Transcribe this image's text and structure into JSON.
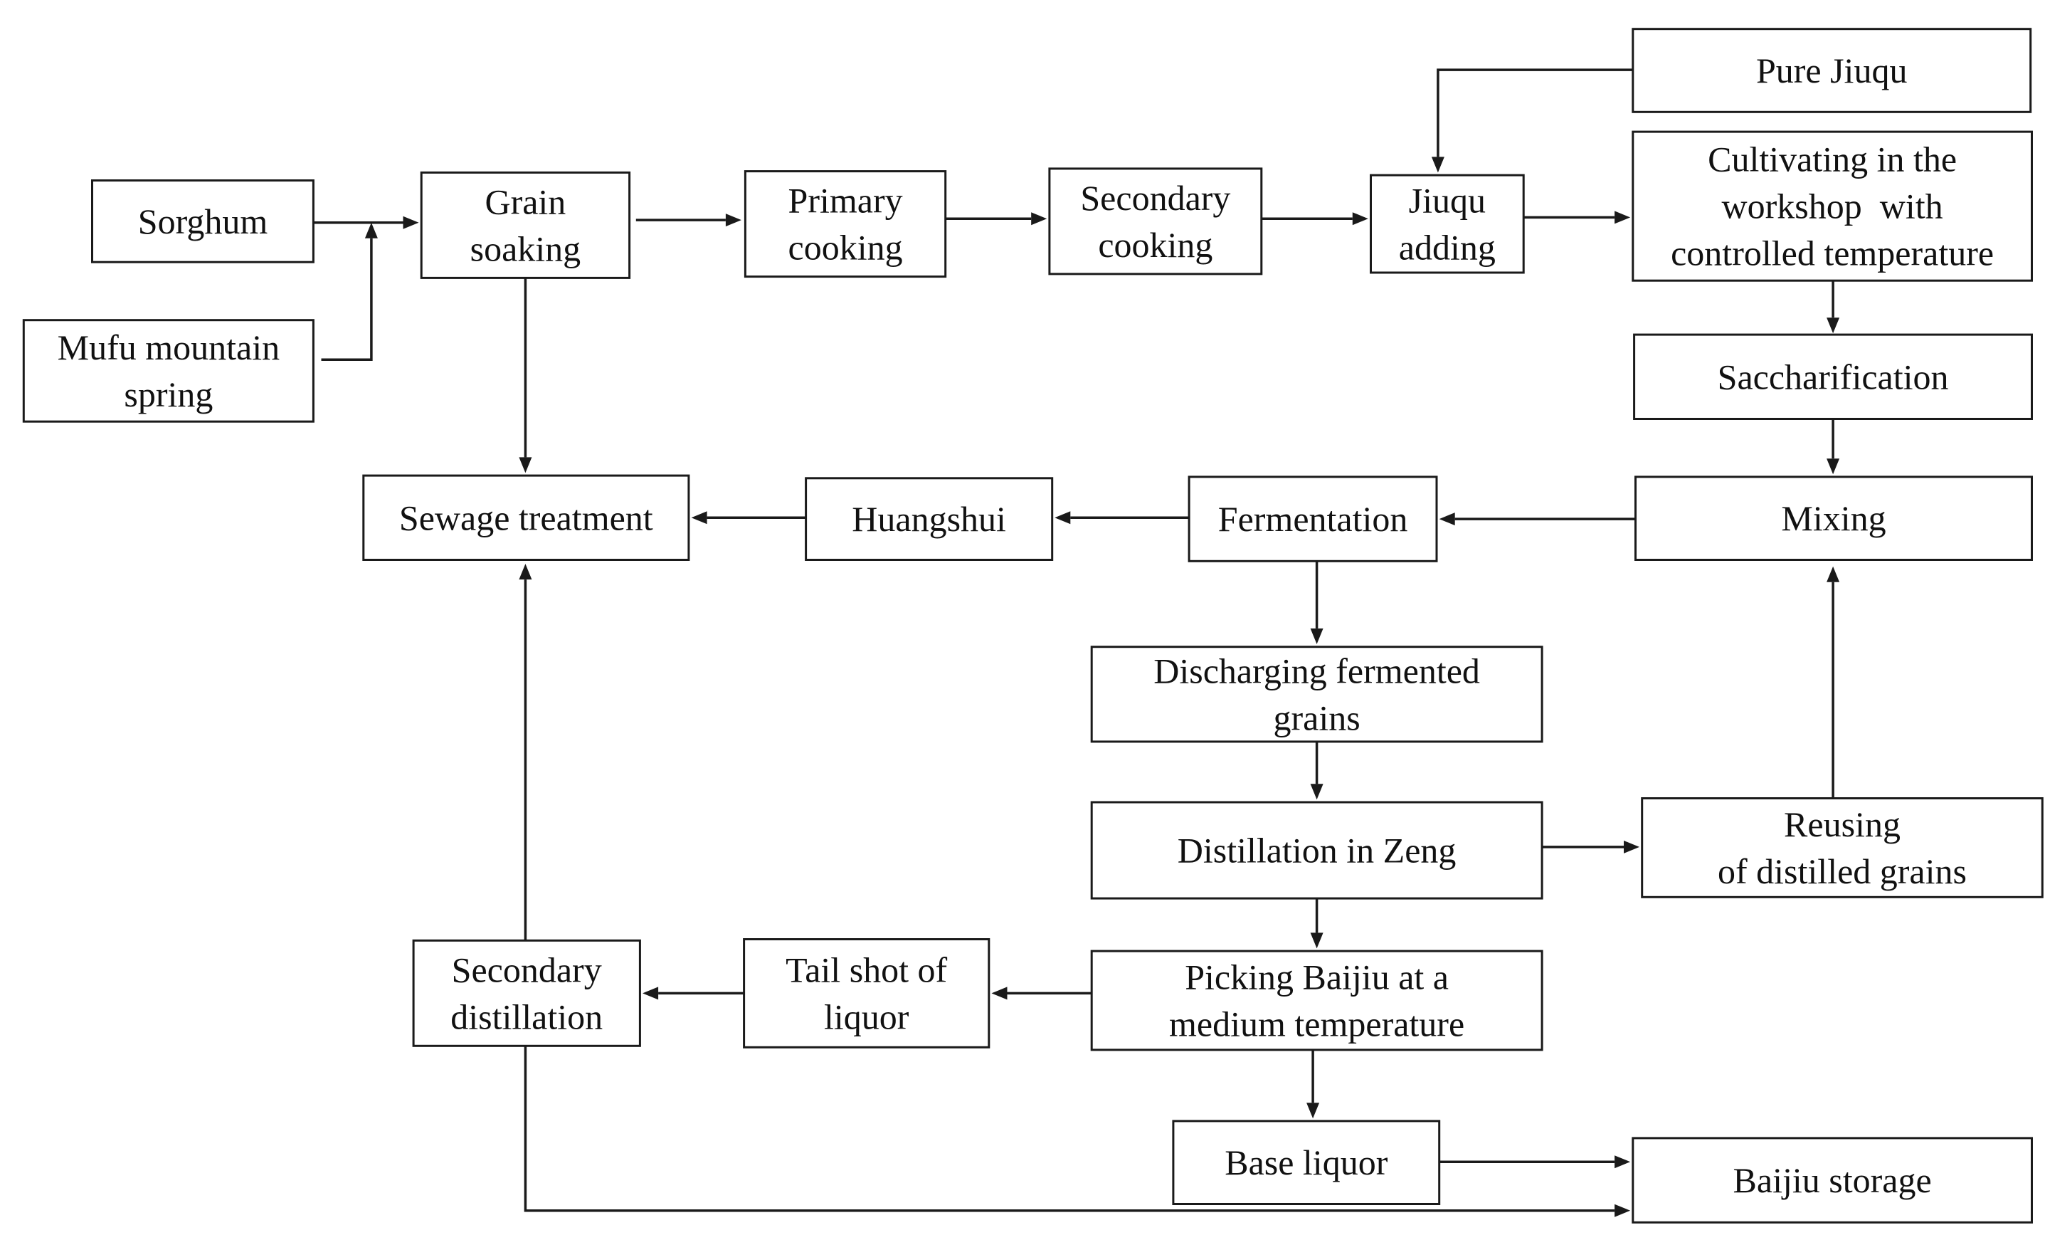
{
  "diagram": {
    "type": "flowchart",
    "nodes": [
      {
        "id": "sorghum",
        "lines": [
          "Sorghum"
        ]
      },
      {
        "id": "mufu",
        "lines": [
          "Mufu mountain",
          "spring"
        ]
      },
      {
        "id": "soak",
        "lines": [
          "Grain",
          "soaking"
        ]
      },
      {
        "id": "primary",
        "lines": [
          "Primary",
          "cooking"
        ]
      },
      {
        "id": "secondary_cook",
        "lines": [
          "Secondary",
          "cooking"
        ]
      },
      {
        "id": "jiuqu_add",
        "lines": [
          "Jiuqu",
          "adding"
        ]
      },
      {
        "id": "pure",
        "lines": [
          "Pure Jiuqu"
        ]
      },
      {
        "id": "cultivate",
        "lines": [
          "Cultivating in the",
          "workshop  with",
          "controlled temperature"
        ]
      },
      {
        "id": "sacch",
        "lines": [
          "Saccharification"
        ]
      },
      {
        "id": "mixing",
        "lines": [
          "Mixing"
        ]
      },
      {
        "id": "ferment",
        "lines": [
          "Fermentation"
        ]
      },
      {
        "id": "huangshui",
        "lines": [
          "Huangshui"
        ]
      },
      {
        "id": "sewage",
        "lines": [
          "Sewage treatment"
        ]
      },
      {
        "id": "discharge",
        "lines": [
          "Discharging fermented",
          "grains"
        ]
      },
      {
        "id": "zeng",
        "lines": [
          "Distillation in Zeng"
        ]
      },
      {
        "id": "reuse",
        "lines": [
          "Reusing",
          "of distilled grains"
        ]
      },
      {
        "id": "picking",
        "lines": [
          "Picking Baijiu at a",
          "medium temperature"
        ]
      },
      {
        "id": "tail",
        "lines": [
          "Tail shot of",
          "liquor"
        ]
      },
      {
        "id": "secdist",
        "lines": [
          "Secondary",
          "distillation"
        ]
      },
      {
        "id": "base",
        "lines": [
          "Base liquor"
        ]
      },
      {
        "id": "storage",
        "lines": [
          "Baijiu storage"
        ]
      }
    ],
    "edges": [
      {
        "from": "sorghum",
        "to": "soak"
      },
      {
        "from": "mufu",
        "to": "soak"
      },
      {
        "from": "soak",
        "to": "primary"
      },
      {
        "from": "primary",
        "to": "secondary_cook"
      },
      {
        "from": "secondary_cook",
        "to": "jiuqu_add"
      },
      {
        "from": "pure",
        "to": "jiuqu_add"
      },
      {
        "from": "jiuqu_add",
        "to": "cultivate"
      },
      {
        "from": "cultivate",
        "to": "sacch"
      },
      {
        "from": "sacch",
        "to": "mixing"
      },
      {
        "from": "mixing",
        "to": "ferment"
      },
      {
        "from": "ferment",
        "to": "huangshui"
      },
      {
        "from": "huangshui",
        "to": "sewage"
      },
      {
        "from": "soak",
        "to": "sewage"
      },
      {
        "from": "ferment",
        "to": "discharge"
      },
      {
        "from": "discharge",
        "to": "zeng"
      },
      {
        "from": "zeng",
        "to": "reuse"
      },
      {
        "from": "reuse",
        "to": "mixing"
      },
      {
        "from": "zeng",
        "to": "picking"
      },
      {
        "from": "picking",
        "to": "tail"
      },
      {
        "from": "tail",
        "to": "secdist"
      },
      {
        "from": "secdist",
        "to": "sewage"
      },
      {
        "from": "picking",
        "to": "base"
      },
      {
        "from": "base",
        "to": "storage"
      },
      {
        "from": "secdist",
        "to": "storage"
      }
    ]
  }
}
